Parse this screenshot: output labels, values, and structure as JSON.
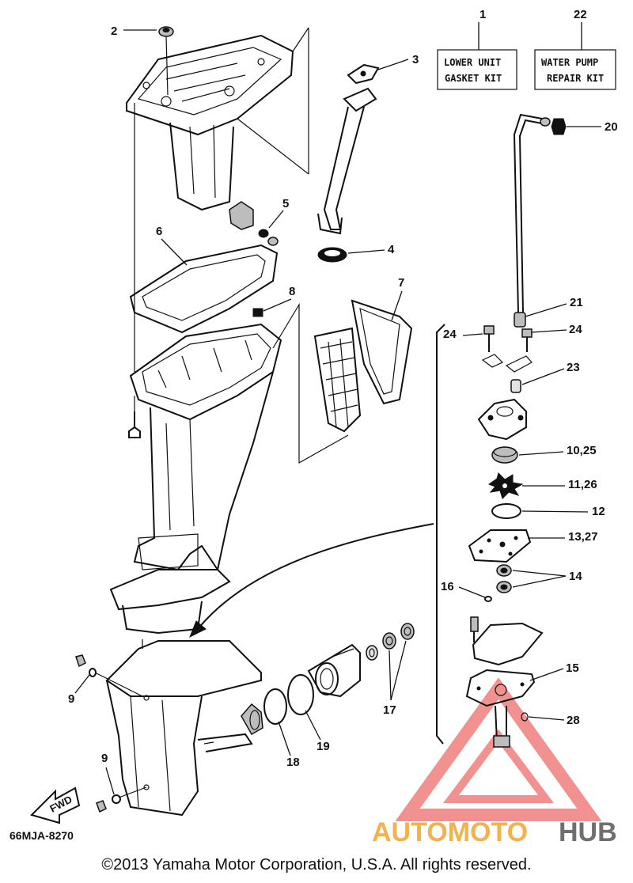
{
  "kits": {
    "lower_unit": {
      "number": "1",
      "line1": "LOWER UNIT",
      "line2": "GASKET KIT"
    },
    "water_pump": {
      "number": "22",
      "line1": "WATER PUMP",
      "line2": "REPAIR KIT"
    }
  },
  "callouts": {
    "c2": "2",
    "c3": "3",
    "c4": "4",
    "c5": "5",
    "c6": "6",
    "c7": "7",
    "c8": "8",
    "c9a": "9",
    "c9b": "9",
    "c10": "10,25",
    "c11": "11,26",
    "c12": "12",
    "c13": "13,27",
    "c14": "14",
    "c15": "15",
    "c16": "16",
    "c17": "17",
    "c18": "18",
    "c19": "19",
    "c20": "20",
    "c21": "21",
    "c23": "23",
    "c24a": "24",
    "c24b": "24",
    "c28": "28"
  },
  "fwd_label": "FWD",
  "diagram_code": "66MJA-8270",
  "copyright": "©2013 Yamaha Motor Corporation, U.S.A. All rights reserved.",
  "watermark": {
    "part1": "AUTOMOTO",
    "part2": "HUB",
    "color_accent": "#e53935",
    "color_text": "#f3b24f"
  }
}
